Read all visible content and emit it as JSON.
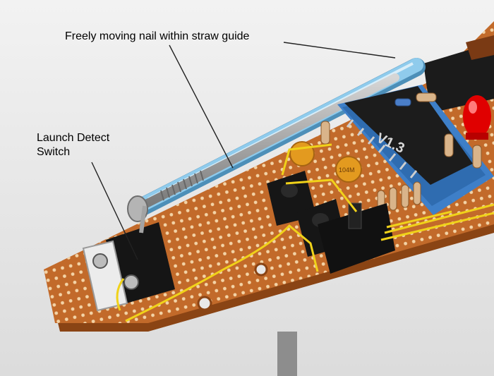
{
  "annotations": {
    "nail_guide": "Freely moving nail within straw guide",
    "launch_switch_line1": "Launch Detect",
    "launch_switch_line2": "Switch"
  },
  "components": {
    "ic_marking": "V1.3",
    "capacitor_marking": "104M"
  },
  "colors": {
    "background": "#ececec",
    "pcb": "#c26a2a",
    "pcb_hole": "#f3d3a6",
    "ic_socket": "#3e7fc8",
    "ic_body": "#1c1c1c",
    "wire": "#f0d21a",
    "led": "#e00000",
    "capacitor": "#e39a1f",
    "straw": "#7fc0e6",
    "nail": "#a9a9a9"
  }
}
